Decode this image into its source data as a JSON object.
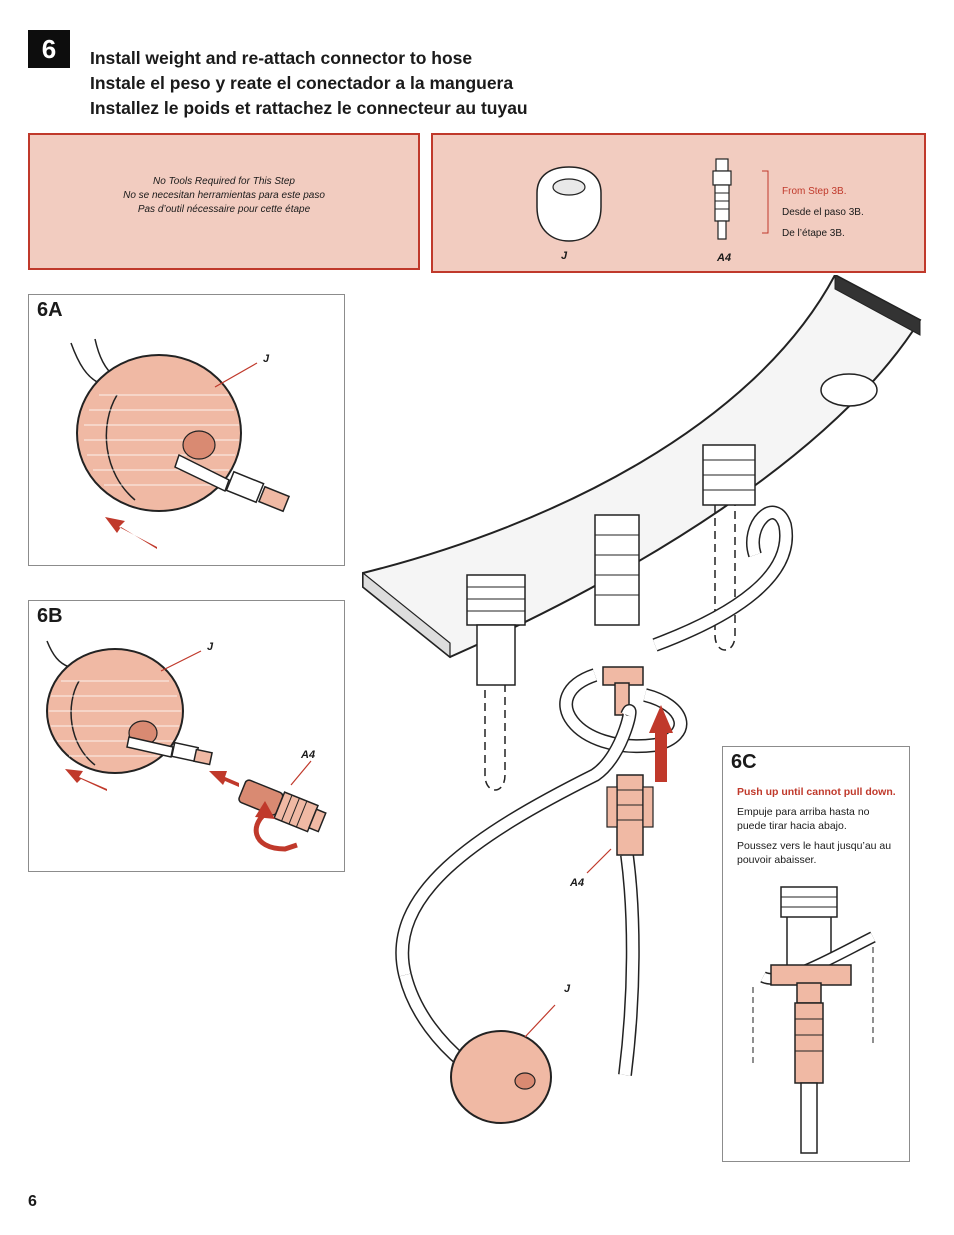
{
  "step": {
    "number": "6"
  },
  "title": {
    "en": "Install weight and re-attach connector to hose",
    "es": "Instale el peso y reate el conectador a la manguera",
    "fr": "Installez le poids et rattachez le connecteur au tuyau"
  },
  "tools_note": {
    "en": "No Tools Required for This Step",
    "es": "No se necesitan herramientas para este paso",
    "fr": "Pas d’outil nécessaire pour cette étape"
  },
  "parts": {
    "items": [
      {
        "label": "J"
      },
      {
        "label": "A4"
      }
    ],
    "from_step": {
      "en": "From Step 3B.",
      "es": "Desde el paso 3B.",
      "fr": "De l’étape 3B."
    }
  },
  "panel_6a": {
    "label": "6A",
    "callout_j": "J"
  },
  "panel_6b": {
    "label": "6B",
    "callout_j": "J",
    "callout_a4": "A4"
  },
  "panel_6c": {
    "label": "6C",
    "instruction": {
      "en": "Push up until cannot pull down.",
      "es": "Empuje para arriba hasta no puede tirar hacia abajo.",
      "fr": "Poussez vers le haut jusqu’au au pouvoir abaisser."
    }
  },
  "main_illustration": {
    "callout_a4": "A4",
    "callout_j": "J"
  },
  "page_number": "6",
  "colors": {
    "accent": "#c0392b",
    "part_fill": "#f0b9a4",
    "box_fill": "#f2ccc0"
  }
}
